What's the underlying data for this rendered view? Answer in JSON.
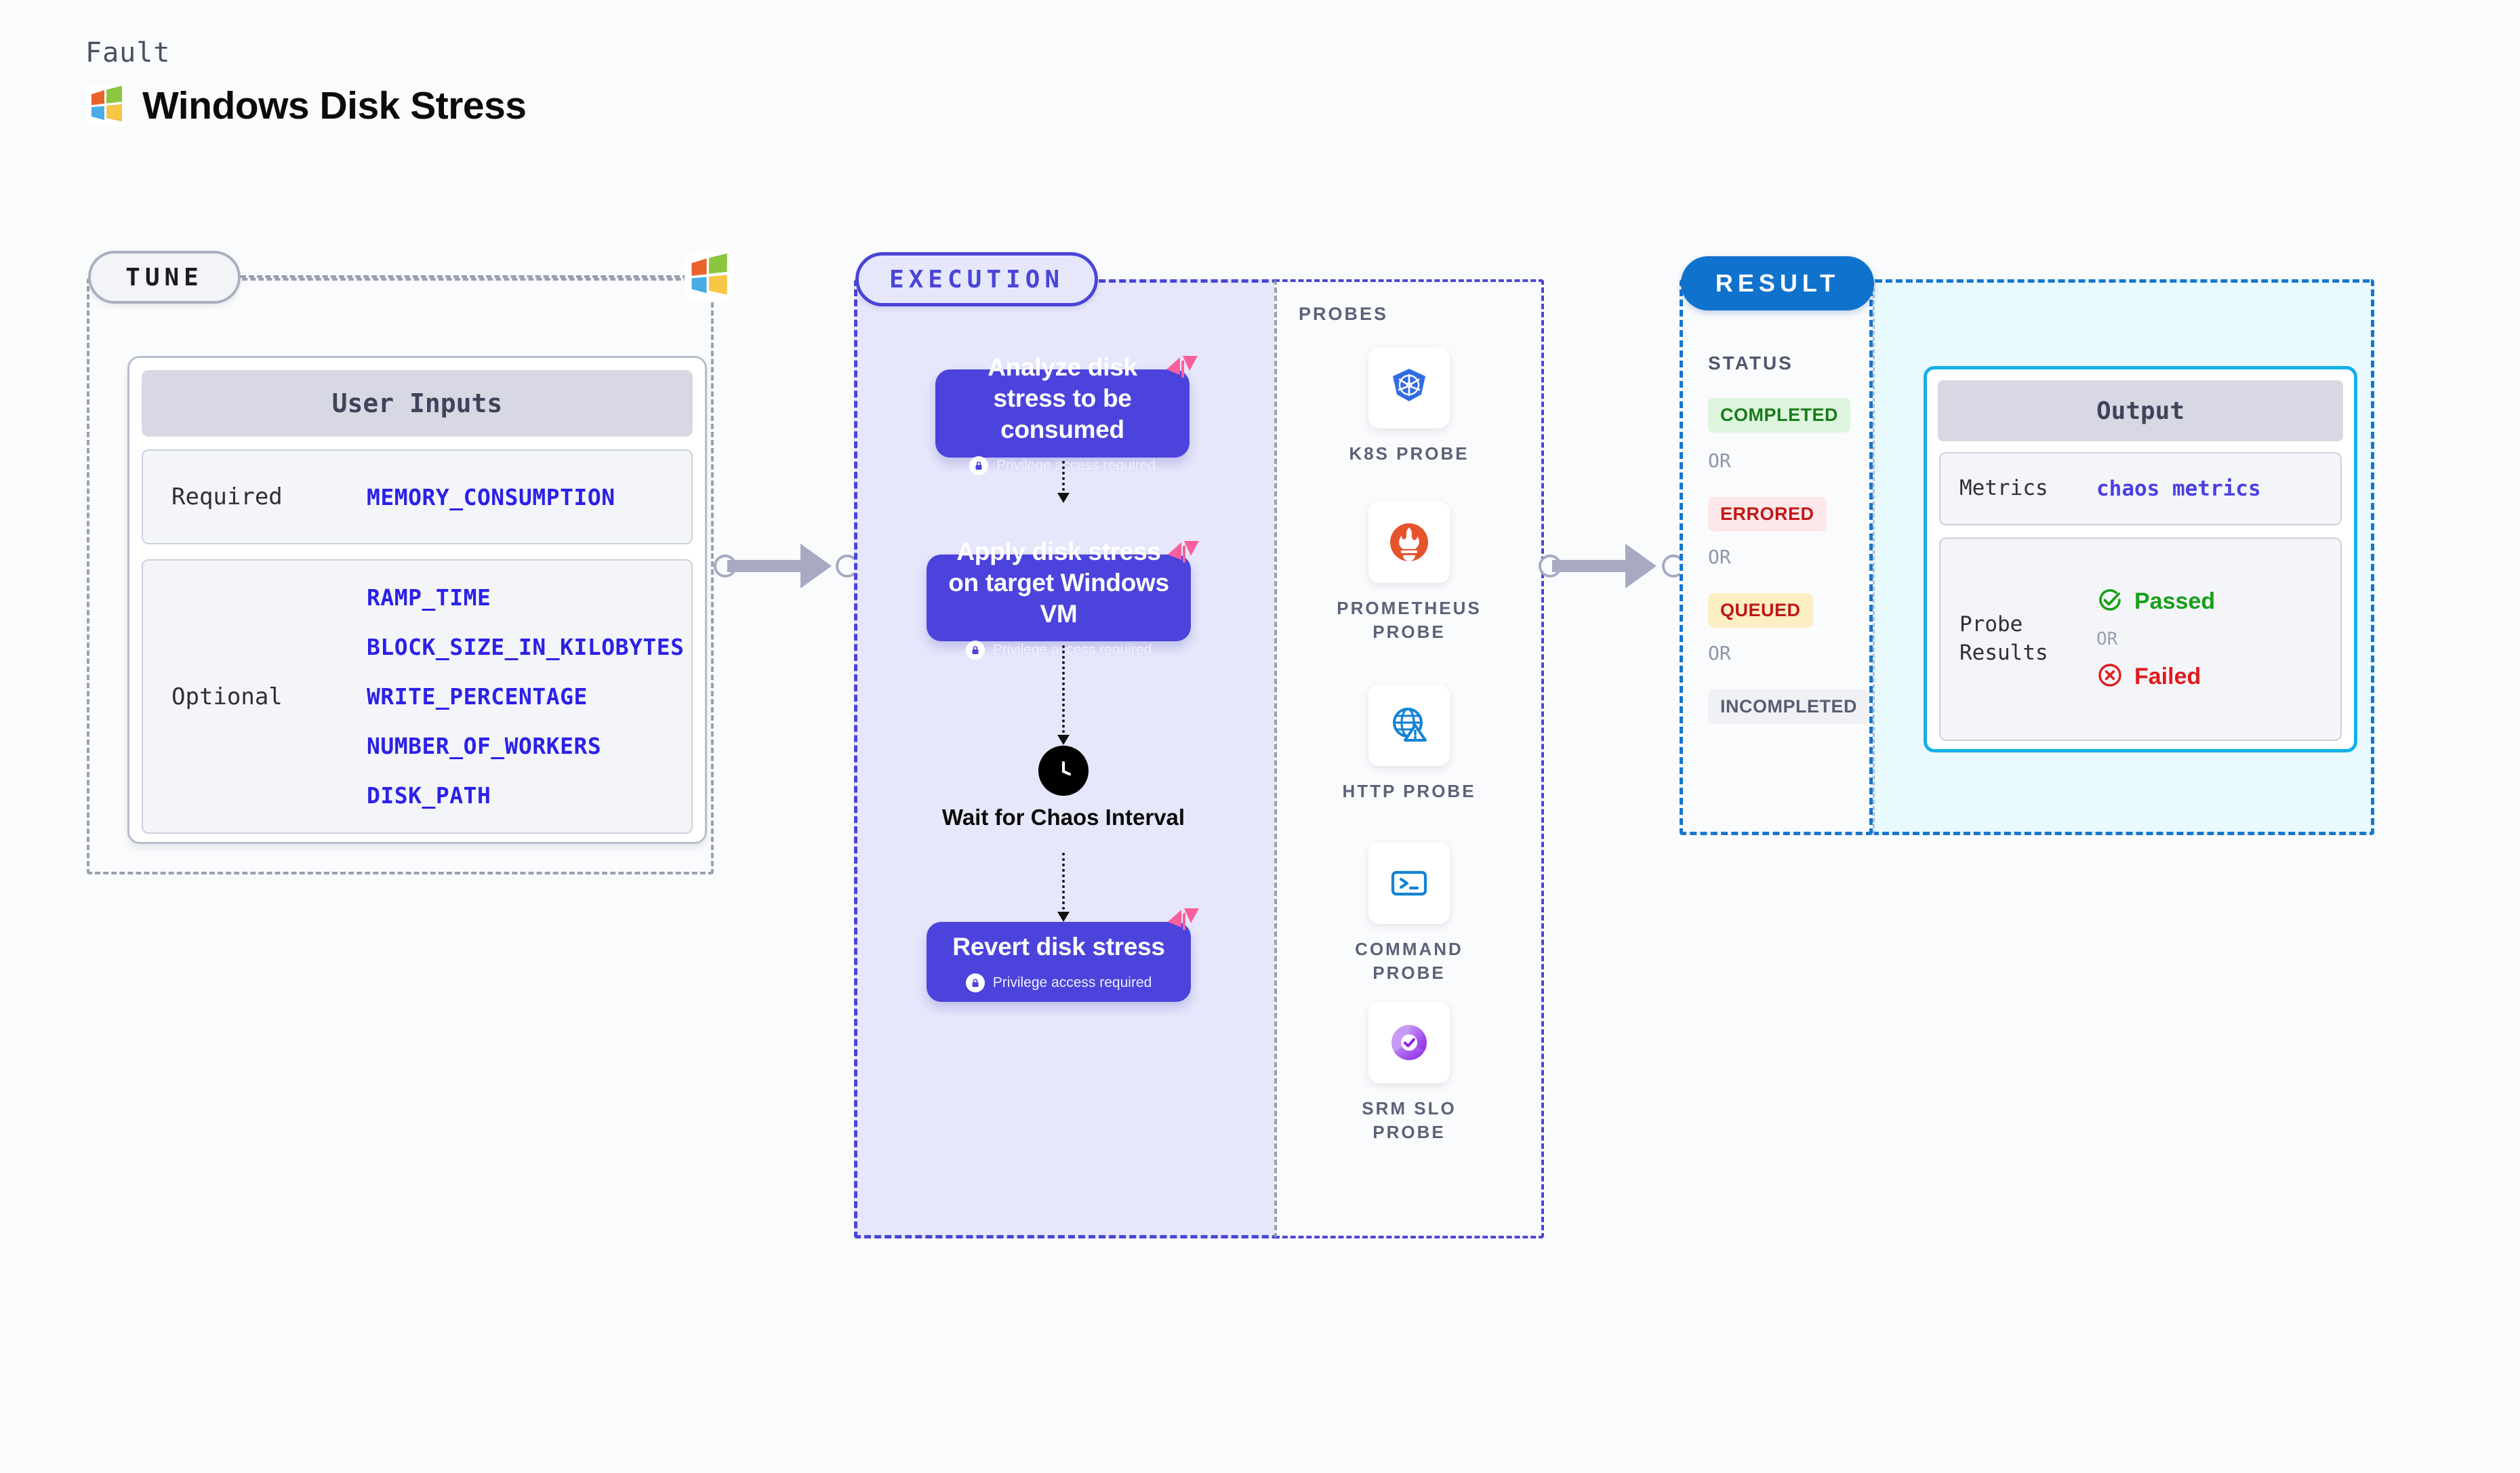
{
  "header": {
    "kicker": "Fault",
    "title": "Windows Disk Stress",
    "logo_icon": "windows-logo-icon"
  },
  "tune": {
    "badge": "TUNE",
    "logo_icon": "windows-logo-icon",
    "card": {
      "header": "User Inputs",
      "rows": [
        {
          "label": "Required",
          "values": [
            "MEMORY_CONSUMPTION"
          ]
        },
        {
          "label": "Optional",
          "values": [
            "RAMP_TIME",
            "BLOCK_SIZE_IN_KILOBYTES",
            "WRITE_PERCENTAGE",
            "NUMBER_OF_WORKERS",
            "DISK_PATH"
          ]
        }
      ]
    }
  },
  "execution": {
    "badge": "EXECUTION",
    "steps": [
      {
        "title": "Analyze disk stress to be consumed",
        "privilege": "Privilege access required"
      },
      {
        "title": "Apply disk stress on target Windows VM",
        "privilege": "Privilege access required"
      },
      {
        "title": "Revert disk stress",
        "privilege": "Privilege access required"
      }
    ],
    "wait": {
      "label": "Wait for Chaos Interval",
      "icon": "clock-icon"
    },
    "probes": {
      "title": "PROBES",
      "items": [
        {
          "label": "K8S PROBE",
          "icon": "kubernetes-icon"
        },
        {
          "label": "PROMETHEUS PROBE",
          "icon": "prometheus-icon"
        },
        {
          "label": "HTTP PROBE",
          "icon": "http-globe-warning-icon"
        },
        {
          "label": "COMMAND PROBE",
          "icon": "terminal-icon"
        },
        {
          "label": "SRM SLO PROBE",
          "icon": "srm-slo-icon"
        }
      ]
    }
  },
  "result": {
    "badge": "RESULT",
    "status": {
      "title": "STATUS",
      "or": "OR",
      "items": [
        {
          "label": "COMPLETED",
          "bg": "#DDF5DD",
          "color": "#1B7A1B"
        },
        {
          "label": "ERRORED",
          "bg": "#FCE8E8",
          "color": "#C21717"
        },
        {
          "label": "QUEUED",
          "bg": "#FCEFC4",
          "color": "#C21717"
        },
        {
          "label": "INCOMPLETED",
          "bg": "#F0F1F5",
          "color": "#585E73"
        }
      ]
    },
    "output": {
      "header": "Output",
      "metrics_label": "Metrics",
      "metrics_value": "chaos metrics",
      "probe_results_label": "Probe Results",
      "passed": "Passed",
      "failed": "Failed",
      "or": "OR"
    }
  },
  "colors": {
    "page_bg": "#FAFBFD",
    "execution_bg": "#E6E7FB",
    "execution_border": "#4945D8",
    "step_bg": "#4B43DC",
    "result_badge_bg": "#0F72CD",
    "result_border": "#1676D0",
    "output_bg": "#E9FAFF",
    "output_card_border": "#14B0E8",
    "tune_border": "#9AA0B0",
    "input_value": "#2B21E8",
    "litmus_pink": "#F9609B",
    "passed_green": "#17A018",
    "failed_red": "#E01B1B"
  }
}
